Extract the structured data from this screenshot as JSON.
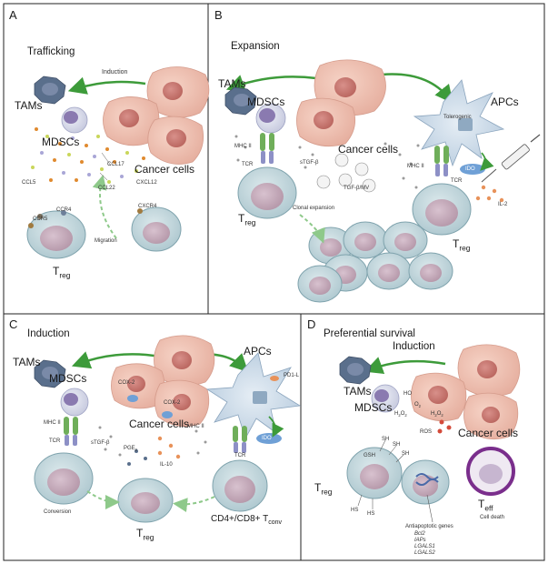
{
  "panels": {
    "a": {
      "letter": "A",
      "title": "Trafficking",
      "induction": "Induction",
      "tams": "TAMs",
      "mdscs": "MDSCs",
      "cancer_cells": "Cancer cells",
      "ccl17": "CCL17",
      "ccl5": "CCL5",
      "ccl22": "CCL22",
      "cxcl12": "CXCL12",
      "ccr4": "CCR4",
      "ccr5": "CCR5",
      "cxcr4": "CXCR4",
      "migration": "Migration",
      "treg_main": "T",
      "treg_sub": "reg"
    },
    "b": {
      "letter": "B",
      "title": "Expansion",
      "tams": "TAMs",
      "mdscs": "MDSCs",
      "apcs": "APCs",
      "tolerogenic": "Tolerogenic",
      "mhc_ii": "MHC II",
      "tcr": "TCR",
      "stgfb": "sTGF-β",
      "cancer_cells": "Cancer cells",
      "tgfb_mv": "TGF-β/MV",
      "mhc_ii_2": "MHC II",
      "tcr_2": "TCR",
      "ido": "IDO",
      "il2": "IL-2",
      "clonal": "Clonal expansion",
      "treg_main": "T",
      "treg_sub": "reg",
      "treg2_main": "T",
      "treg2_sub": "reg"
    },
    "c": {
      "letter": "C",
      "title": "Induction",
      "tams": "TAMs",
      "mdscs": "MDSCs",
      "apcs": "APCs",
      "cox2_a": "COX-2",
      "cox2_b": "COX-2",
      "pdl1": "PD1-L",
      "mhc_ii": "MHC II",
      "stgfb": "sTGF-β",
      "cancer_cells": "Cancer cells",
      "mhc_ii_2": "MHC II",
      "tcr": "TCR",
      "pge_main": "PGE",
      "pge_sub": "2",
      "il10": "IL-10",
      "ido": "IDO",
      "tcr_2": "TCR",
      "conversion": "Conversion",
      "treg_main": "T",
      "treg_sub": "reg",
      "tconv_main": "CD4+/CD8+ T",
      "tconv_sub": "conv"
    },
    "d": {
      "letter": "D",
      "title": "Preferential survival",
      "induction": "Induction",
      "tams": "TAMs",
      "mdscs": "MDSCs",
      "cancer_cells": "Cancer cells",
      "ho": "HO",
      "o2": "O",
      "o2_sub": "2",
      "h2o2_a": "H",
      "h2o2_b": "2",
      "h2o2_c": "O",
      "h2o2_d": "2",
      "ros": "ROS",
      "gsh": "GSH",
      "sh1": "SH",
      "sh2": "SH",
      "sh3": "SH",
      "sh4": "HS",
      "sh5": "HS",
      "treg_main": "T",
      "treg_sub": "reg",
      "teff_main": "T",
      "teff_sub": "eff",
      "cell_death": "Cell death",
      "antiapoptotic": "Antiapoptotic genes",
      "genes": [
        "Bcl2",
        "IAPs",
        "LGALS1",
        "LGALS2"
      ]
    }
  },
  "colors": {
    "arrow_green": "#3d9b3a",
    "arrow_dashed": "#8ec98a",
    "cancer_cell": "#f0c3b4",
    "cancer_nucleus": "#c77a6e",
    "treg_cell": "#c9dbe0",
    "treg_nucleus": "#c7a9b8",
    "apc": "#c8d8e6",
    "tam": "#5a6f8c",
    "ido_pill": "#6fa0d6",
    "teff_ring": "#7a2e8c"
  }
}
